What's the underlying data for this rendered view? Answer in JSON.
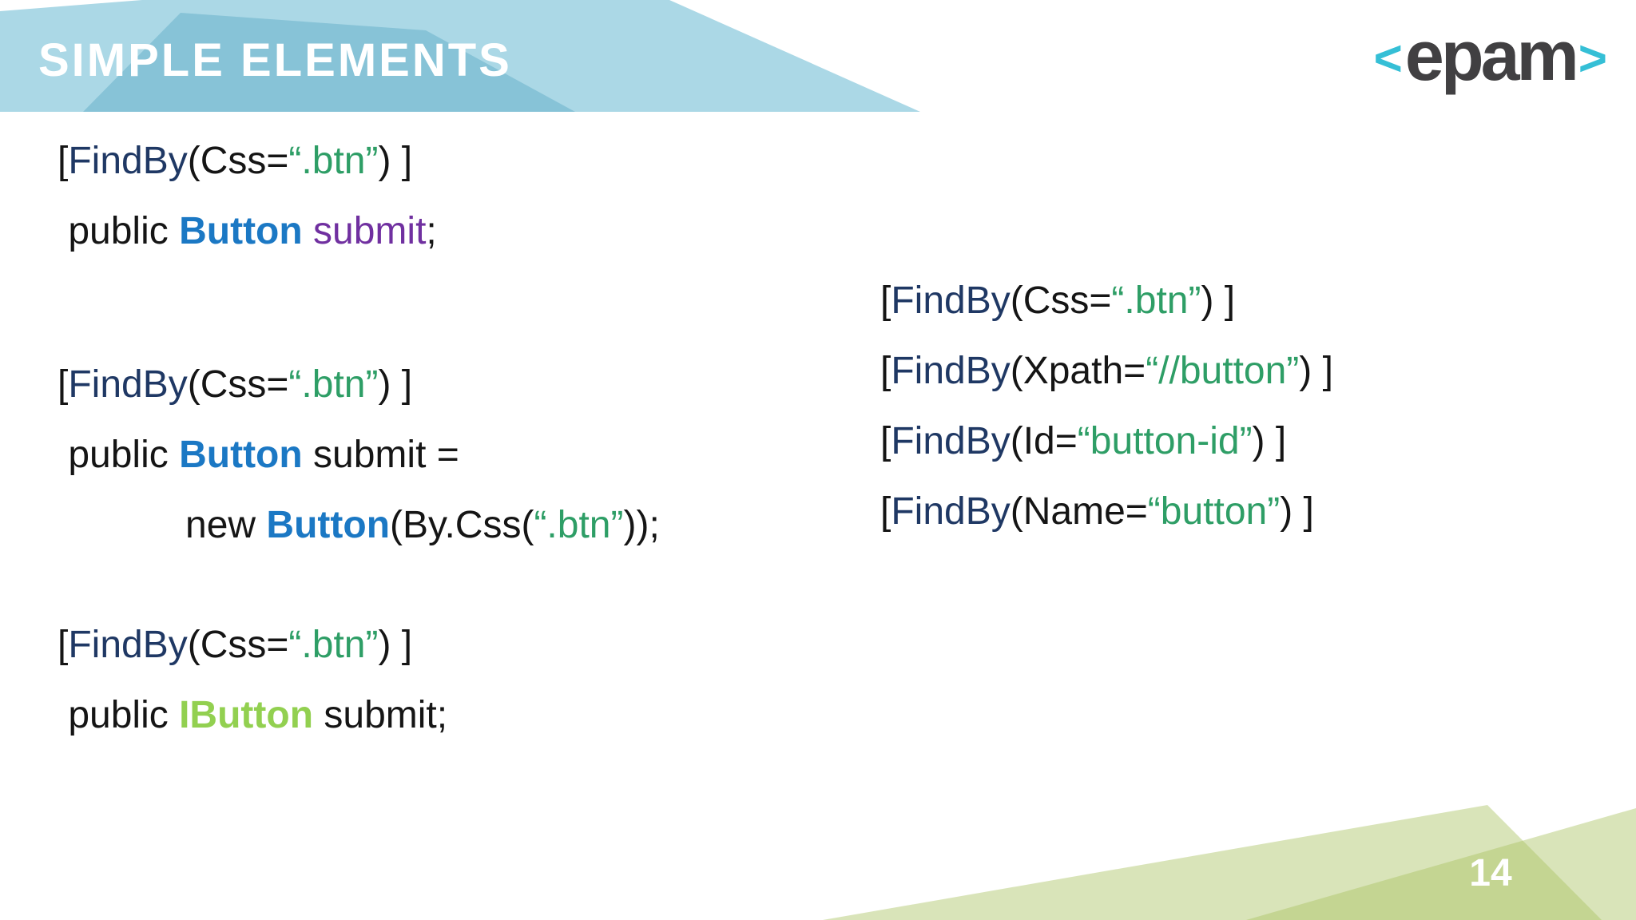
{
  "slide": {
    "title": "SIMPLE ELEMENTS",
    "page_number": "14"
  },
  "logo": {
    "left_bracket": "<",
    "word": "epam",
    "right_bracket": ">"
  },
  "colors": {
    "banner_blue": "#abd8e6",
    "banner_blue_dark": "#87c3d7",
    "footer_green_single": "#d8e4b9",
    "footer_green_overlap": "#c3d593",
    "title_text": "#ffffff",
    "page_number_text": "#ffffff",
    "logo_bracket": "#35bfd6",
    "logo_text": "#414042",
    "code_plain": "#151515",
    "code_annotation": "#1f3864",
    "code_string": "#2e9e66",
    "code_type": "#1b78c4",
    "code_field": "#7030a0",
    "code_interface": "#92d050"
  },
  "code_blocks": [
    {
      "name": "declaration-with-annotation",
      "lines": [
        [
          {
            "text": "[",
            "role": "plain"
          },
          {
            "text": "FindBy",
            "role": "annotation"
          },
          {
            "text": "(Css=",
            "role": "plain"
          },
          {
            "text": "“.btn”",
            "role": "string"
          },
          {
            "text": ") ]",
            "role": "plain"
          }
        ],
        [
          {
            "text": " public ",
            "role": "plain"
          },
          {
            "text": "Button",
            "role": "type"
          },
          {
            "text": " ",
            "role": "plain"
          },
          {
            "text": "submit",
            "role": "field"
          },
          {
            "text": ";",
            "role": "plain"
          }
        ]
      ]
    },
    {
      "name": "declaration-with-initialization",
      "lines": [
        [
          {
            "text": "[",
            "role": "plain"
          },
          {
            "text": "FindBy",
            "role": "annotation"
          },
          {
            "text": "(Css=",
            "role": "plain"
          },
          {
            "text": "“.btn”",
            "role": "string"
          },
          {
            "text": ") ]",
            "role": "plain"
          }
        ],
        [
          {
            "text": " public ",
            "role": "plain"
          },
          {
            "text": "Button",
            "role": "type"
          },
          {
            "text": " submit =",
            "role": "plain"
          }
        ],
        [
          {
            "text": "            new ",
            "role": "plain"
          },
          {
            "text": "Button",
            "role": "type"
          },
          {
            "text": "(By.Css(",
            "role": "plain"
          },
          {
            "text": "“.btn”",
            "role": "string"
          },
          {
            "text": "));",
            "role": "plain"
          }
        ]
      ]
    },
    {
      "name": "declaration-with-interface",
      "lines": [
        [
          {
            "text": "[",
            "role": "plain"
          },
          {
            "text": "FindBy",
            "role": "annotation"
          },
          {
            "text": "(Css=",
            "role": "plain"
          },
          {
            "text": "“.btn”",
            "role": "string"
          },
          {
            "text": ") ]",
            "role": "plain"
          }
        ],
        [
          {
            "text": " public ",
            "role": "plain"
          },
          {
            "text": "IButton",
            "role": "interface"
          },
          {
            "text": " submit;",
            "role": "plain"
          }
        ]
      ]
    },
    {
      "name": "findby-locator-variants",
      "lines": [
        [
          {
            "text": "[",
            "role": "plain"
          },
          {
            "text": "FindBy",
            "role": "annotation"
          },
          {
            "text": "(Css=",
            "role": "plain"
          },
          {
            "text": "“.btn”",
            "role": "string"
          },
          {
            "text": ") ]",
            "role": "plain"
          }
        ],
        [
          {
            "text": "[",
            "role": "plain"
          },
          {
            "text": "FindBy",
            "role": "annotation"
          },
          {
            "text": "(Xpath=",
            "role": "plain"
          },
          {
            "text": "“//button”",
            "role": "string"
          },
          {
            "text": ") ]",
            "role": "plain"
          }
        ],
        [
          {
            "text": "[",
            "role": "plain"
          },
          {
            "text": "FindBy",
            "role": "annotation"
          },
          {
            "text": "(Id=",
            "role": "plain"
          },
          {
            "text": "“button-id”",
            "role": "string"
          },
          {
            "text": ") ]",
            "role": "plain"
          }
        ],
        [
          {
            "text": "[",
            "role": "plain"
          },
          {
            "text": "FindBy",
            "role": "annotation"
          },
          {
            "text": "(Name=",
            "role": "plain"
          },
          {
            "text": "“button”",
            "role": "string"
          },
          {
            "text": ") ]",
            "role": "plain"
          }
        ]
      ]
    }
  ]
}
